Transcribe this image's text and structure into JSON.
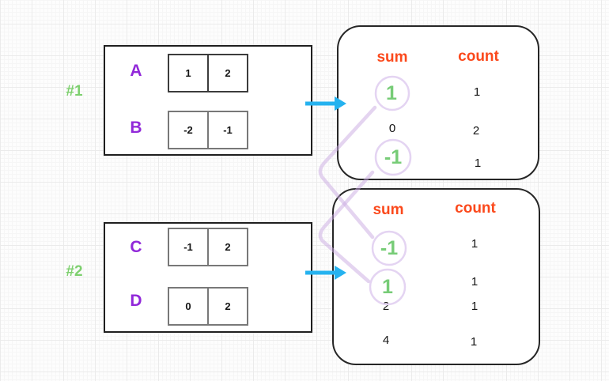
{
  "colors": {
    "array_letter_purple": "#9128d9",
    "example_label_green": "#7ed06f",
    "highlight_sum_green": "#77cc77",
    "header_orange": "#fb491c",
    "arrow_blue": "#25b2ef",
    "connector_lavender": "#d7bfe9",
    "box_border_black": "#262626",
    "cell_border_gray": "#787878"
  },
  "icons": {
    "arrow_1": "right-arrow",
    "arrow_2": "right-arrow"
  },
  "examples": [
    {
      "label": "#1",
      "arrays": [
        {
          "name": "A",
          "values": [
            "1",
            "2"
          ]
        },
        {
          "name": "B",
          "values": [
            "-2",
            "-1"
          ]
        }
      ],
      "result": {
        "header": {
          "sum": "sum",
          "count": "count"
        },
        "rows": [
          {
            "sum": "1",
            "count": "1",
            "highlighted": true
          },
          {
            "sum": "0",
            "count": "2",
            "highlighted": false
          },
          {
            "sum": "-1",
            "count": "1",
            "highlighted": true
          }
        ]
      }
    },
    {
      "label": "#2",
      "arrays": [
        {
          "name": "C",
          "values": [
            "-1",
            "2"
          ]
        },
        {
          "name": "D",
          "values": [
            "0",
            "2"
          ]
        }
      ],
      "result": {
        "header": {
          "sum": "sum",
          "count": "count"
        },
        "rows": [
          {
            "sum": "-1",
            "count": "1",
            "highlighted": true
          },
          {
            "sum": "1",
            "count": "1",
            "highlighted": true
          },
          {
            "sum": "2",
            "count": "1",
            "highlighted": false
          },
          {
            "sum": "4",
            "count": "1",
            "highlighted": false
          }
        ]
      }
    }
  ]
}
